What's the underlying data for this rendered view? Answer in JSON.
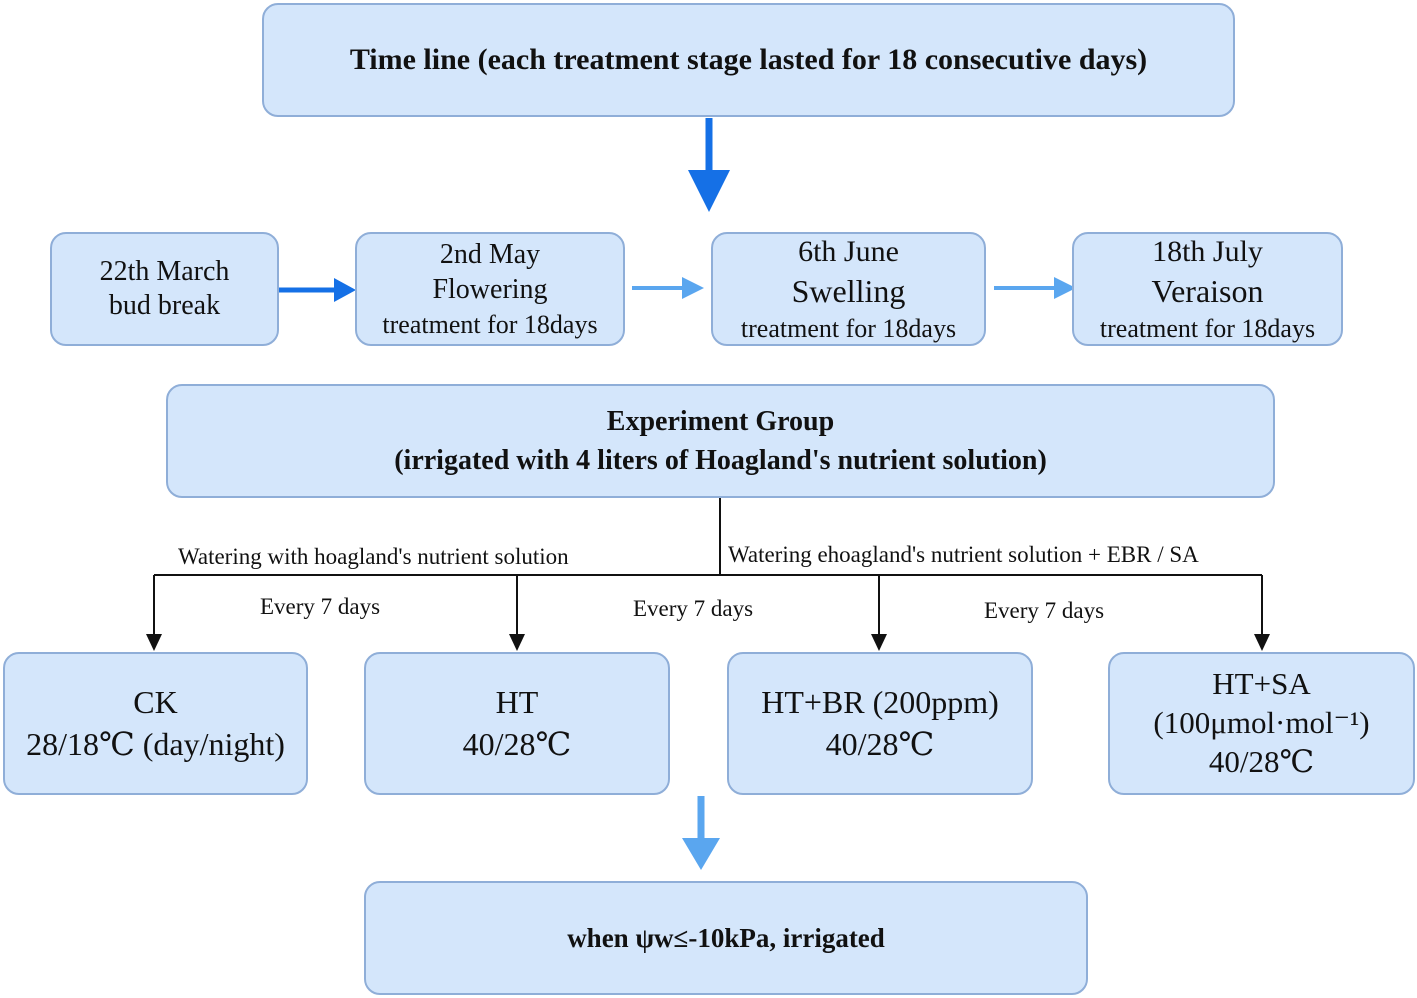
{
  "timeline": {
    "title": "Time line (each treatment stage lasted for 18 consecutive days)"
  },
  "stages": [
    {
      "line1": "22th March",
      "line2": "bud break",
      "line3": ""
    },
    {
      "line1": "2nd May",
      "line2": "Flowering",
      "line3": "treatment for 18days"
    },
    {
      "line1": "6th June",
      "line2": "Swelling",
      "line3": "treatment for 18days"
    },
    {
      "line1": "18th July",
      "line2": "Veraison",
      "line3": "treatment for 18days"
    }
  ],
  "experiment": {
    "title": "Experiment Group",
    "subtitle": "(irrigated with 4 liters of Hoagland's nutrient solution)"
  },
  "branches": {
    "left_label": "Watering with hoagland's nutrient solution",
    "right_label": "Watering ehoagland's nutrient solution + EBR / SA",
    "interval_1": "Every 7 days",
    "interval_2": "Every 7 days",
    "interval_3": "Every 7 days"
  },
  "treatments": [
    {
      "line1": "CK",
      "line2": "28/18℃ (day/night)",
      "line3": ""
    },
    {
      "line1": "HT",
      "line2": "40/28℃",
      "line3": ""
    },
    {
      "line1": "HT+BR (200ppm)",
      "line2": "40/28℃",
      "line3": ""
    },
    {
      "line1": "HT+SA",
      "line2": "(100μmol·mol⁻¹)",
      "line3": "40/28℃"
    }
  ],
  "irrigation": {
    "rule": "when ψw≤-10kPa, irrigated"
  },
  "colors": {
    "box_fill": "#d4e6fb",
    "box_border": "#8faed8",
    "arrow_dark_blue": "#1570e6",
    "arrow_light_blue": "#5aa6ef",
    "connector": "#111111"
  }
}
